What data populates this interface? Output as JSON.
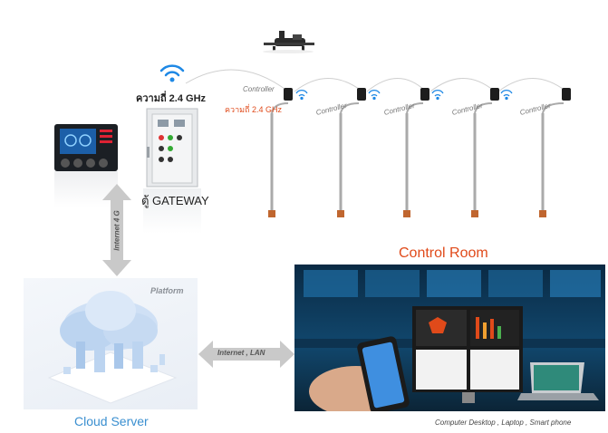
{
  "gateway": {
    "frequency": "ความถี่ 2.4 GHz",
    "label": "ตู้ GATEWAY"
  },
  "controller": {
    "label": "Controller",
    "frequency": "ความถี่ 2.4 GHz"
  },
  "links": {
    "internet_4g": "Internet 4 G",
    "internet_lan": "Internet , LAN"
  },
  "control_room": {
    "title": "Control Room",
    "devices": "Computer Desktop , Laptop , Smart phone"
  },
  "cloud": {
    "title": "Cloud Server",
    "platform": "Platform"
  },
  "colors": {
    "accent_red": "#e04a1a",
    "cloud_blue": "#3a8fd0",
    "wifi_blue": "#1e88e5",
    "arrow_gray": "#c9c9c9"
  }
}
